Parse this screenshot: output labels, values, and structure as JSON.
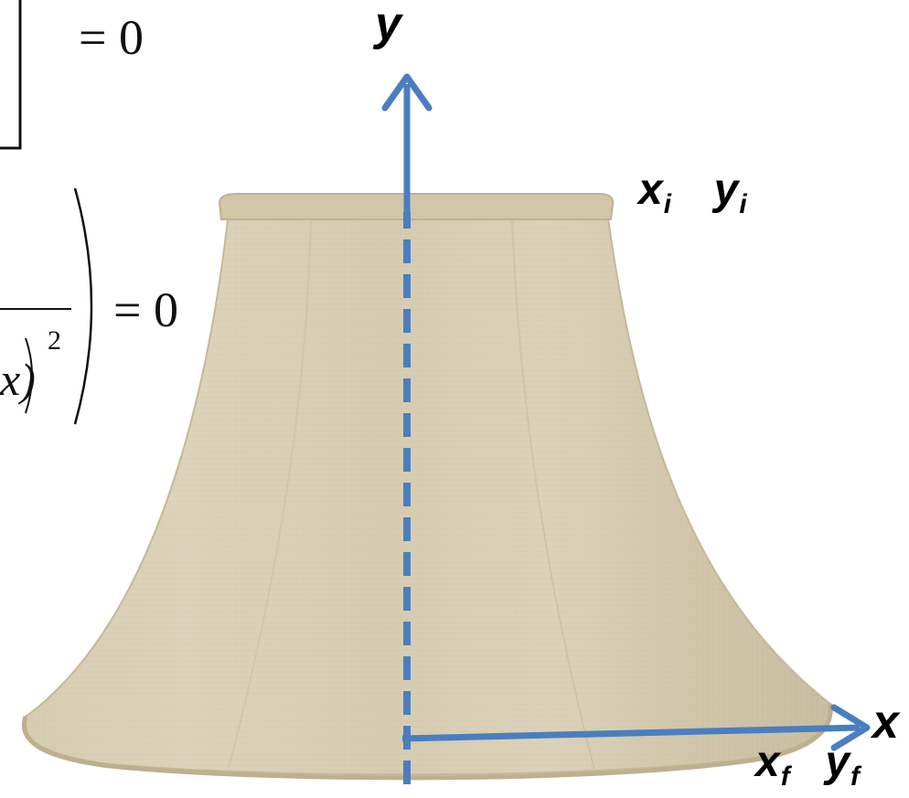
{
  "equations": {
    "top": {
      "rhs": "= 0"
    },
    "middle": {
      "rhs": "= 0",
      "denominator_fragment": "x)",
      "exponent": "2"
    }
  },
  "axes": {
    "y_label": "y",
    "x_label": "x",
    "color": "#4a7ebf"
  },
  "points": {
    "initial": {
      "x": "x",
      "x_sub": "i",
      "y": "y",
      "y_sub": "i"
    },
    "final": {
      "x": "x",
      "x_sub": "f",
      "y": "y",
      "y_sub": "f"
    }
  },
  "object": {
    "name": "lamp-shade",
    "fill_color": "#d8cdb2",
    "edge_color": "#c4b898"
  }
}
